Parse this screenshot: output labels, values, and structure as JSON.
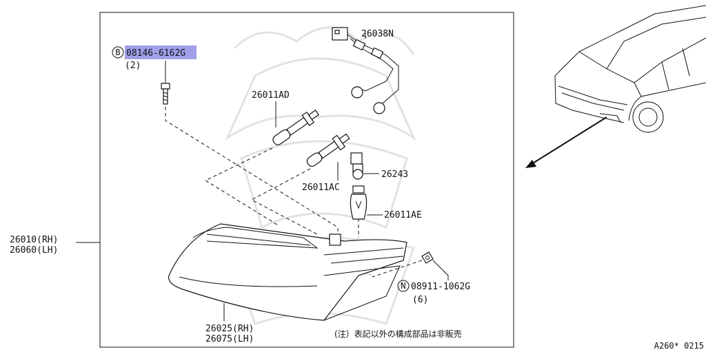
{
  "colors": {
    "highlight": "#9f9fea",
    "ink": "#111111",
    "watermark": "#e2e2e2"
  },
  "parts": {
    "bolt": {
      "prefix": "B",
      "number": "08146-6162G",
      "qty": "(2)"
    },
    "harness": "26038N",
    "bulb_ad": "26011AD",
    "bulb_ac": "26011AC",
    "socket": "26243",
    "bulb_ae": "26011AE",
    "assembly_rh": "26010(RH)",
    "assembly_lh": "26060(LH)",
    "lens_rh": "26025(RH)",
    "lens_lh": "26075(LH)",
    "nut": {
      "prefix": "N",
      "number": "08911-1062G",
      "qty": "(6)"
    }
  },
  "note": "(注）表記以外の構成部品は非販売",
  "drawing_code": "A260* 0215",
  "icons": [
    "bolt-icon",
    "connector-icon",
    "bulb-icon",
    "socket-icon",
    "clip-nut-icon",
    "car-icon",
    "direction-arrow-icon"
  ]
}
